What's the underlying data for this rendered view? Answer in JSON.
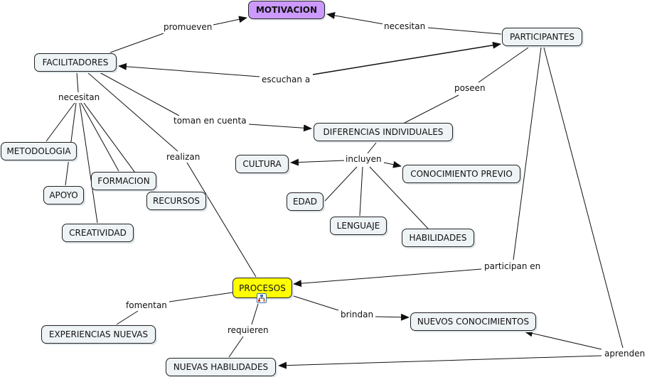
{
  "title": "Concept map: MOTIVACION",
  "colors": {
    "concept_fill": "#eef3f5",
    "main_fill": "#cc99ff",
    "process_fill": "#ffff00",
    "line": "#111111"
  },
  "concepts": {
    "motivacion": "MOTIVACION",
    "participantes": "PARTICIPANTES",
    "facilitadores": "FACILITADORES",
    "diferencias": "DIFERENCIAS INDIVIDUALES",
    "metodologia": "METODOLOGIA",
    "cultura": "CULTURA",
    "conocimiento_previo": "CONOCIMIENTO PREVIO",
    "formacion": "FORMACION",
    "apoyo": "APOYO",
    "recursos": "RECURSOS",
    "edad": "EDAD",
    "lenguaje": "LENGUAJE",
    "habilidades": "HABILIDADES",
    "creatividad": "CREATIVIDAD",
    "procesos": "PROCESOS",
    "experiencias_nuevas": "EXPERIENCIAS NUEVAS",
    "nuevos_conocimientos": "NUEVOS CONOCIMIENTOS",
    "nuevas_habilidades": "NUEVAS HABILIDADES"
  },
  "linking_phrases": {
    "promueven": "promueven",
    "necesitan_top": "necesitan",
    "escuchan_a": "escuchan a",
    "necesitan_fac": "necesitan",
    "poseen": "poseen",
    "toman_en_cuenta": "toman en cuenta",
    "realizan": "realizan",
    "incluyen": "incluyen",
    "participan_en": "participan en",
    "fomentan": "fomentan",
    "brindan": "brindan",
    "requieren": "requieren",
    "aprenden": "aprenden"
  },
  "icons": {
    "procesos_submap": "submap-link-icon"
  }
}
